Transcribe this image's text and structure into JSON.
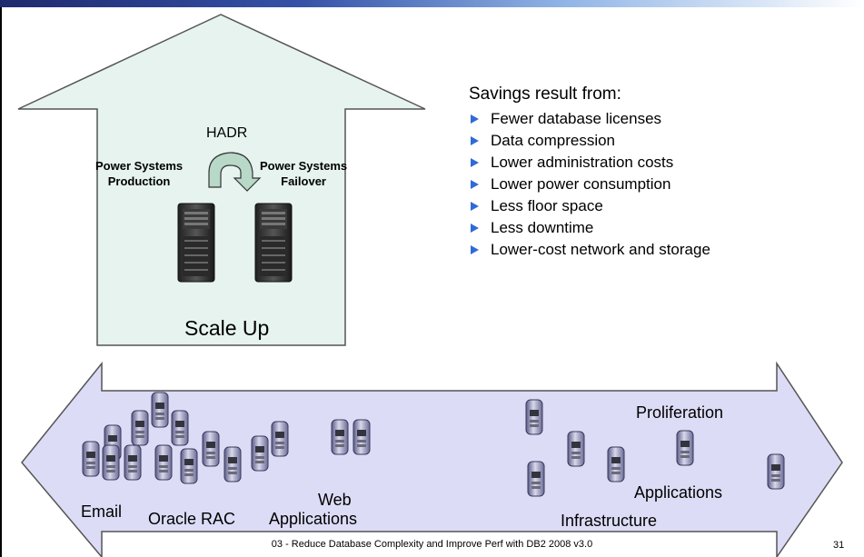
{
  "diagram": {
    "hadr_label": "HADR",
    "production_label_line1": "Power Systems",
    "production_label_line2": "Production",
    "failover_label_line1": "Power Systems",
    "failover_label_line2": "Failover",
    "scale_up_label": "Scale Up",
    "savings": {
      "heading": "Savings result from:",
      "items": [
        "Fewer database licenses",
        "Data compression",
        "Lower administration costs",
        "Lower power consumption",
        "Less floor space",
        "Less downtime",
        "Lower-cost network and storage"
      ]
    },
    "scale_out_labels": {
      "email": "Email",
      "oracle_rac": "Oracle RAC",
      "web_line1": "Web",
      "web_line2": "Applications",
      "infrastructure": "Infrastructure",
      "proliferation": "Proliferation",
      "applications": "Applications"
    }
  },
  "footer": {
    "title": "03 - Reduce Database Complexity and Improve Perf with DB2 2008 v3.0",
    "page_number": "31"
  },
  "colors": {
    "arrow_fill": "#dcdcf6",
    "arrow_stroke": "#555555",
    "house_fill": "#e6f3ee",
    "bullet": "#2f6bd6"
  },
  "icons": [
    "server-rack-icon",
    "cycle-arrow-icon",
    "blade-server-icon"
  ]
}
